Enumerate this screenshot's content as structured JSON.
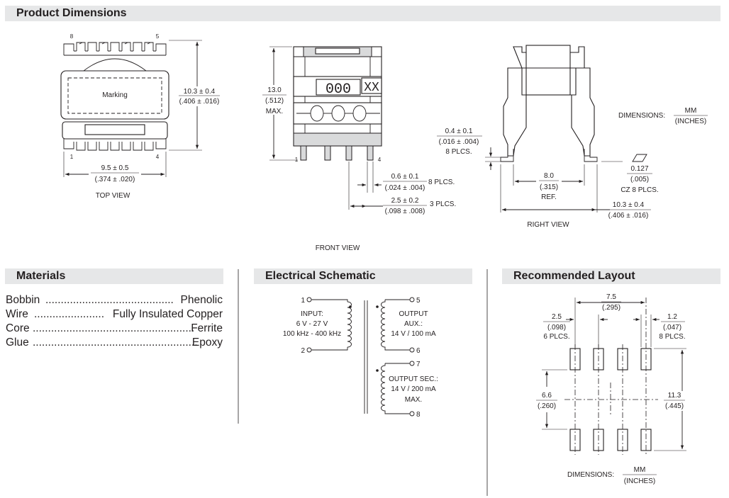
{
  "sections": {
    "product_dimensions": "Product Dimensions",
    "materials": "Materials",
    "electrical_schematic": "Electrical Schematic",
    "recommended_layout": "Recommended Layout"
  },
  "top_view": {
    "caption": "TOP VIEW",
    "marking": "Marking",
    "pins": [
      "8",
      "5",
      "1",
      "4"
    ],
    "height_mm": "10.3 ± 0.4",
    "height_in": "(.406 ± .016)",
    "width_mm": "9.5 ± 0.5",
    "width_in": "(.374 ± .020)"
  },
  "front_view": {
    "caption": "FRONT VIEW",
    "pins": [
      "1",
      "4"
    ],
    "height_mm": "13.0",
    "height_in": "(.512)",
    "height_note": "MAX.",
    "body_text_top": "000",
    "body_text_xx": "XX",
    "body_text_bottom": "0-0-0",
    "pin_width_mm": "0.6 ± 0.1",
    "pin_width_in": "(.024 ± .004)",
    "pin_width_note": "8 PLCS.",
    "pitch_mm": "2.5 ± 0.2",
    "pitch_in": "(.098 ± .008)",
    "pitch_note": "3 PLCS."
  },
  "right_view": {
    "caption": "RIGHT VIEW",
    "lead_thk_mm": "0.4 ± 0.1",
    "lead_thk_in": "(.016 ± .004)",
    "lead_thk_note": "8 PLCS.",
    "ref_mm": "8.0",
    "ref_in": "(.315)",
    "ref_note": "REF.",
    "flat_mm": "0.127",
    "flat_in": "(.005)",
    "flat_note": "CZ 8 PLCS.",
    "width_mm": "10.3 ± 0.4",
    "width_in": "(.406 ± .016)",
    "dims_label": "DIMENSIONS:",
    "dims_unit_top": "MM",
    "dims_unit_bottom": "(INCHES)"
  },
  "materials": [
    {
      "name": "Bobbin",
      "dots": "..........................................",
      "value": "Phenolic"
    },
    {
      "name": "Wire",
      "dots": ".......................",
      "value": "Fully Insulated Copper"
    },
    {
      "name": "Core",
      "dots": ".....................................................",
      "value": "Ferrite"
    },
    {
      "name": "Glue",
      "dots": "......................................................",
      "value": "Epoxy"
    }
  ],
  "schematic": {
    "pins": [
      "1",
      "2",
      "5",
      "6",
      "7",
      "8"
    ],
    "input_lines": [
      "INPUT:",
      "6 V - 27 V",
      "100 kHz - 400 kHz"
    ],
    "aux_lines": [
      "OUTPUT",
      "AUX.:",
      "14 V / 100 mA"
    ],
    "sec_lines": [
      "OUTPUT SEC.:",
      "14 V / 200 mA",
      "MAX."
    ]
  },
  "layout": {
    "span_mm": "7.5",
    "span_in": "(.295)",
    "pitch_mm": "2.5",
    "pitch_in": "(.098)",
    "pitch_note": "6 PLCS.",
    "pad_w_mm": "1.2",
    "pad_w_in": "(.047)",
    "pad_w_note": "8 PLCS.",
    "inner_mm": "6.6",
    "inner_in": "(.260)",
    "outer_mm": "11.3",
    "outer_in": "(.445)",
    "dims_label": "DIMENSIONS:",
    "dims_unit_top": "MM",
    "dims_unit_bottom": "(INCHES)"
  }
}
